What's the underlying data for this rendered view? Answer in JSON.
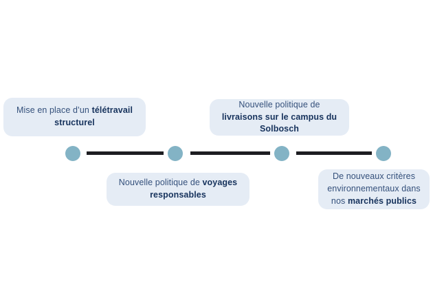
{
  "figure": {
    "type": "timeline",
    "background_color": "#ffffff",
    "accent_dot_color": "#83b3c5",
    "axis_color": "#1d1d21",
    "card_background_color": "#e5ecf5",
    "text_color": "#34507b",
    "text_bold_color": "#16325c"
  },
  "timeline": {
    "dots": [
      {
        "name": "milestone-dot-1"
      },
      {
        "name": "milestone-dot-2"
      },
      {
        "name": "milestone-dot-3"
      },
      {
        "name": "milestone-dot-4"
      }
    ],
    "segments": [
      {
        "name": "axis-segment-1"
      },
      {
        "name": "axis-segment-2"
      },
      {
        "name": "axis-segment-3"
      }
    ]
  },
  "cards": [
    {
      "id": "teletravail",
      "position": "above",
      "text_plain": "Mise en place d’un télétravail structurel",
      "text_regular": "Mise en place d’un ",
      "text_bold": "télétravail structurel"
    },
    {
      "id": "voyages",
      "position": "below",
      "text_plain": "Nouvelle politique de voyages responsables",
      "text_regular": "Nouvelle politique de ",
      "text_bold": "voyages responsables"
    },
    {
      "id": "livraisons",
      "position": "above",
      "text_plain": "Nouvelle politique de livraisons sur le campus du Solbosch",
      "text_regular": "Nouvelle politique de ",
      "text_bold": "livraisons sur le campus du Solbosch"
    },
    {
      "id": "marches-publics",
      "position": "below",
      "text_plain": "De nouveaux critères environnementaux dans nos marchés publics",
      "text_regular": "De nouveaux critères environnementaux dans nos ",
      "text_bold": "marchés publics"
    }
  ]
}
